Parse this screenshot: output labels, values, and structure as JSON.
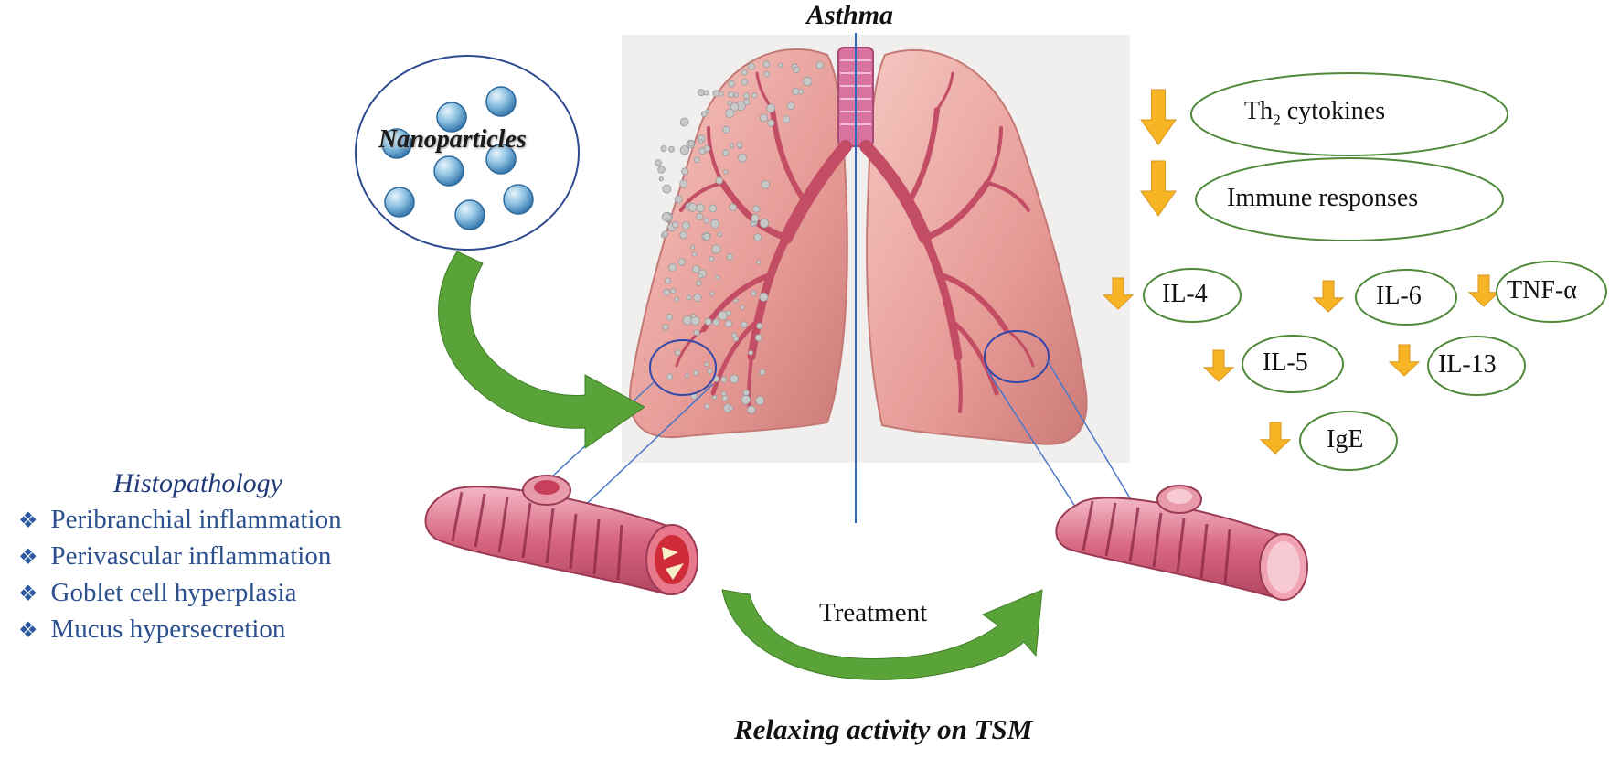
{
  "title": "Asthma",
  "bottom_title": "Relaxing activity on TSM",
  "nanoparticles_label": "Nanoparticles",
  "treatment_label": "Treatment",
  "histopathology": {
    "heading": "Histopathology",
    "bullet_icon": "diamond-cluster-icon",
    "items": [
      "Peribranchial inflammation",
      "Perivascular inflammation",
      "Goblet cell hyperplasia",
      "Mucus hypersecretion"
    ]
  },
  "cytokine_pills": {
    "th2_prefix": "Th",
    "th2_subscript": "2",
    "th2_suffix": " cytokines",
    "immune": "Immune responses"
  },
  "markers": [
    "IL-4",
    "IL-6",
    "TNF-α",
    "IL-5",
    "IL-13",
    "IgE"
  ],
  "colors": {
    "arrow_orange": "#f7b526",
    "pill_outline": "#4e8a3a",
    "green_arrow": "#5aa339",
    "lung": "#e9a3a0",
    "trachea": "#d66a9a",
    "histo_text": "#2b4f8f",
    "divider": "#3465c0"
  }
}
